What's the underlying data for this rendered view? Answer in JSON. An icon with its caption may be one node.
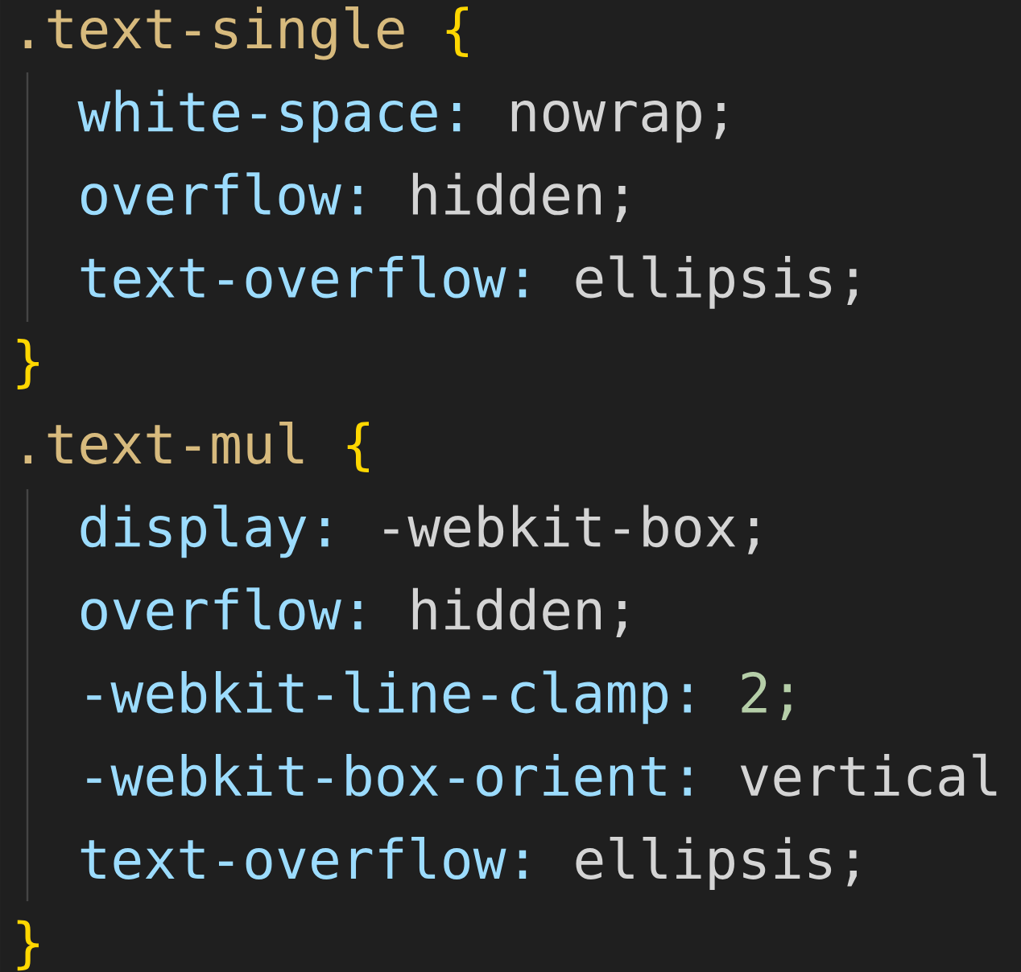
{
  "diagram": {
    "labels": [
      ".text-single",
      "{",
      "white-space:",
      "nowrap;",
      "overflow:",
      "hidden;",
      "text-overflow:",
      "ellipsis;",
      "}",
      ".text-mul",
      "{",
      "display:",
      "-webkit-box;",
      "overflow:",
      "hidden;",
      "-webkit-line-clamp:",
      "2;",
      "-webkit-box-orient:",
      "vertical",
      "text-overflow:",
      "ellipsis;",
      "}"
    ]
  }
}
